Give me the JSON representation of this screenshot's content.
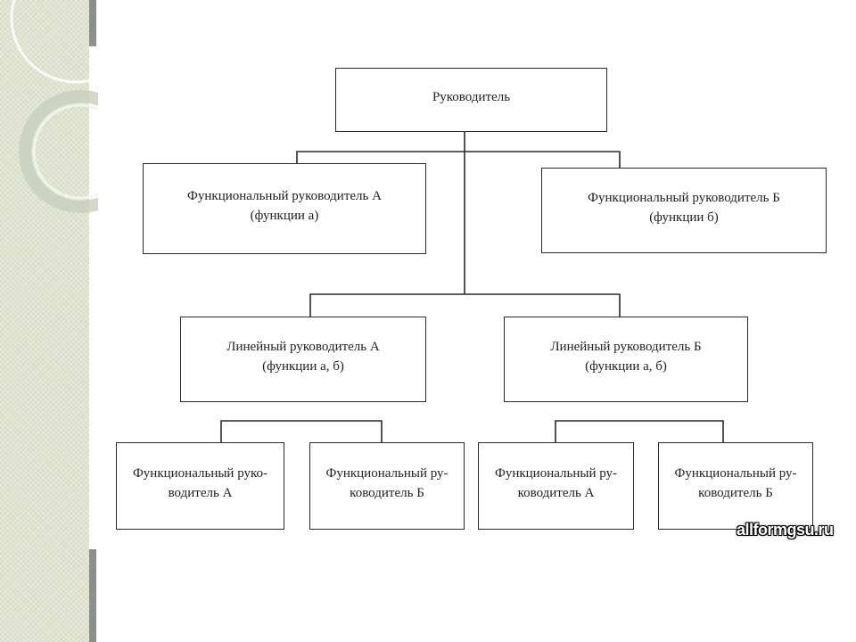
{
  "diagram": {
    "root": "Руководитель",
    "functional_a": {
      "line1": "Функциональный руководитель А",
      "line2": "(функции а)"
    },
    "functional_b": {
      "line1": "Функциональный руководитель Б",
      "line2": "(функции б)"
    },
    "linear_a": {
      "line1": "Линейный руководитель А",
      "line2": "(функции а, б)"
    },
    "linear_b": {
      "line1": "Линейный руководитель Б",
      "line2": "(функции а, б)"
    },
    "leaf_1": {
      "line1": "Функциональный руко-",
      "line2": "водитель А"
    },
    "leaf_2": {
      "line1": "Функциональный ру-",
      "line2": "ководитель Б"
    },
    "leaf_3": {
      "line1": "Функциональный ру-",
      "line2": "ководитель А"
    },
    "leaf_4": {
      "line1": "Функциональный ру-",
      "line2": "ководитель Б"
    }
  },
  "watermark": "allformgsu.ru"
}
